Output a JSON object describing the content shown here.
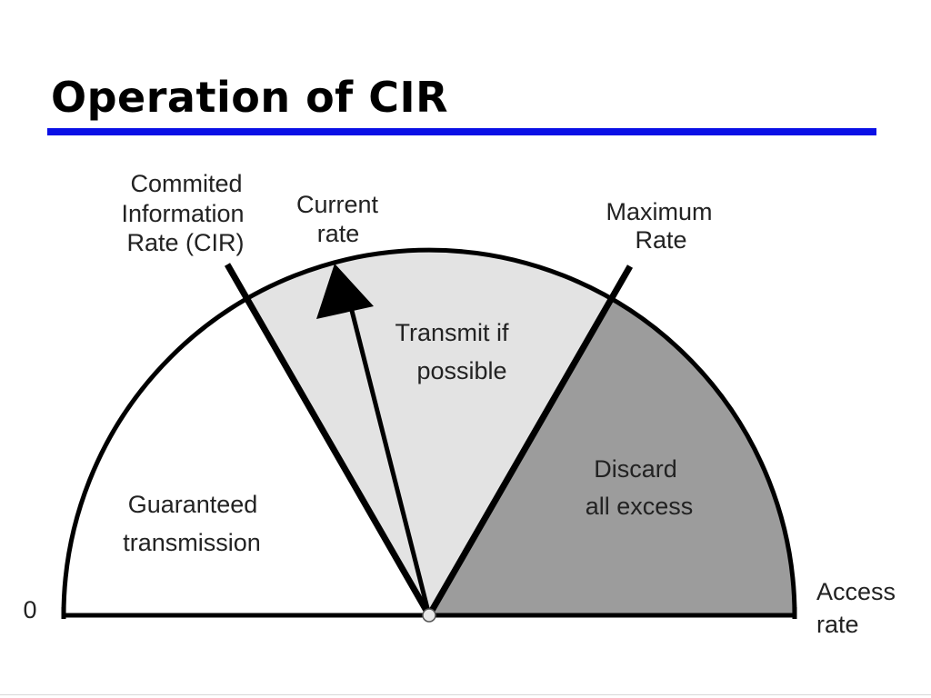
{
  "slide": {
    "title": "Operation of CIR"
  },
  "gauge": {
    "labels": {
      "cir_line1": "Commited",
      "cir_line2": "Information",
      "cir_line3": "Rate (CIR)",
      "current_line1": "Current",
      "current_line2": "rate",
      "maximum_line1": "Maximum",
      "maximum_line2": "Rate",
      "transmit_line1": "Transmit if",
      "transmit_line2": "possible",
      "discard_line1": "Discard",
      "discard_line2": "all excess",
      "guaranteed_line1": "Guaranteed",
      "guaranteed_line2": "transmission",
      "zero": "0",
      "access_line1": "Access",
      "access_line2": "rate"
    },
    "zones": {
      "guaranteed": "#ffffff",
      "transmit_if_possible": "#e3e3e3",
      "discard": "#9c9c9c"
    }
  }
}
